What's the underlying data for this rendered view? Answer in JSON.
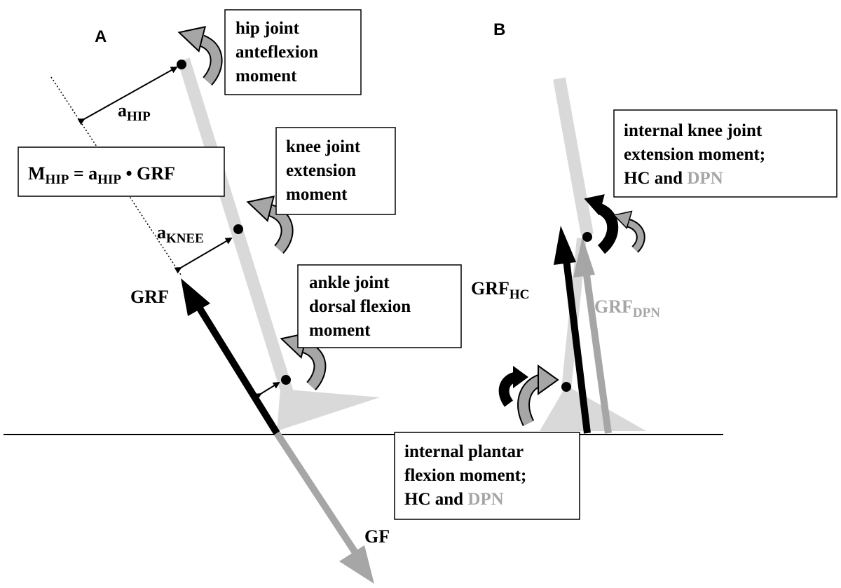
{
  "panels": {
    "a_label": "A",
    "b_label": "B"
  },
  "panel_a": {
    "hip_box": [
      "hip joint",
      "anteflexion",
      "moment"
    ],
    "knee_box": [
      "knee joint",
      "extension",
      "moment"
    ],
    "ankle_box": [
      "ankle joint",
      "dorsal flexion",
      "moment"
    ],
    "formula": {
      "m": "M",
      "m_sub": "HIP",
      "eq": " = a",
      "a_sub": "HIP",
      "rest": " • GRF"
    },
    "a_hip": {
      "main": "a",
      "sub": "HIP"
    },
    "a_knee": {
      "main": "a",
      "sub": "KNEE"
    },
    "grf_label": "GRF",
    "gf_label": "GF"
  },
  "panel_b": {
    "knee_box": [
      "internal knee joint",
      "extension moment;",
      "HC and "
    ],
    "knee_box_dpn": "DPN",
    "plantar_box": [
      "internal plantar",
      "flexion moment;",
      "HC and "
    ],
    "plantar_box_dpn": "DPN",
    "grf_hc": {
      "main": "GRF",
      "sub": "HC"
    },
    "grf_dpn": {
      "main": "GRF",
      "sub": "DPN"
    }
  },
  "colors": {
    "segment": "#d9d9d9",
    "moment_arrow": "#a6a6a6",
    "black": "#000000",
    "gray_force": "#a6a6a6"
  }
}
